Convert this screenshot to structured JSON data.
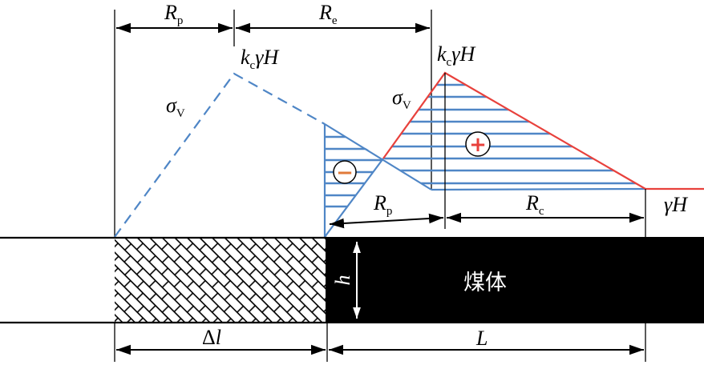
{
  "figure": {
    "labels": {
      "rp_top": {
        "main": "R",
        "sub": "p"
      },
      "re_top": {
        "main": "R",
        "sub": "e"
      },
      "peak_left": {
        "k": "k",
        "sub": "c",
        "rest": "γH"
      },
      "peak_right": {
        "k": "k",
        "sub": "c",
        "rest": "γH"
      },
      "sigma_left": {
        "main": "σ",
        "sub": "V"
      },
      "sigma_right": {
        "main": "σ",
        "sub": "V"
      },
      "rp_bottom": {
        "main": "R",
        "sub": "p"
      },
      "rc_bottom": {
        "main": "R",
        "sub": "c"
      },
      "gamma_h": "γH",
      "h": "h",
      "delta_l": {
        "delta": "Δ",
        "l": "l"
      },
      "length": "L",
      "coal": "煤体",
      "plus": "+",
      "minus": "−"
    },
    "colors": {
      "stress_line": "#4f86c6",
      "stress_envelope": "#e8413c",
      "plus_sign": "#e8413c",
      "minus_sign": "#e07a3a",
      "coal_body": "#000000"
    }
  }
}
